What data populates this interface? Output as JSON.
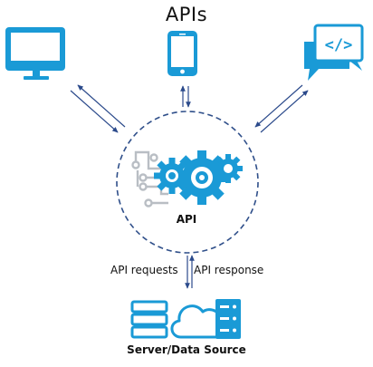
{
  "title": "APIs",
  "hub": {
    "label": "API"
  },
  "link": {
    "request_label": "API requests",
    "response_label": "API response"
  },
  "backend": {
    "label": "Server/Data Source"
  },
  "clients": [
    {
      "icon": "desktop-monitor-icon"
    },
    {
      "icon": "smartphone-icon"
    },
    {
      "icon": "code-chat-icon"
    }
  ],
  "colors": {
    "primary": "#1a9ad6",
    "gear_highlight": "#ffffff",
    "circuit": "#b9bec4",
    "dashed_ring": "#2f4f8a",
    "arrow": "#2b4a8b",
    "text": "#111111"
  }
}
